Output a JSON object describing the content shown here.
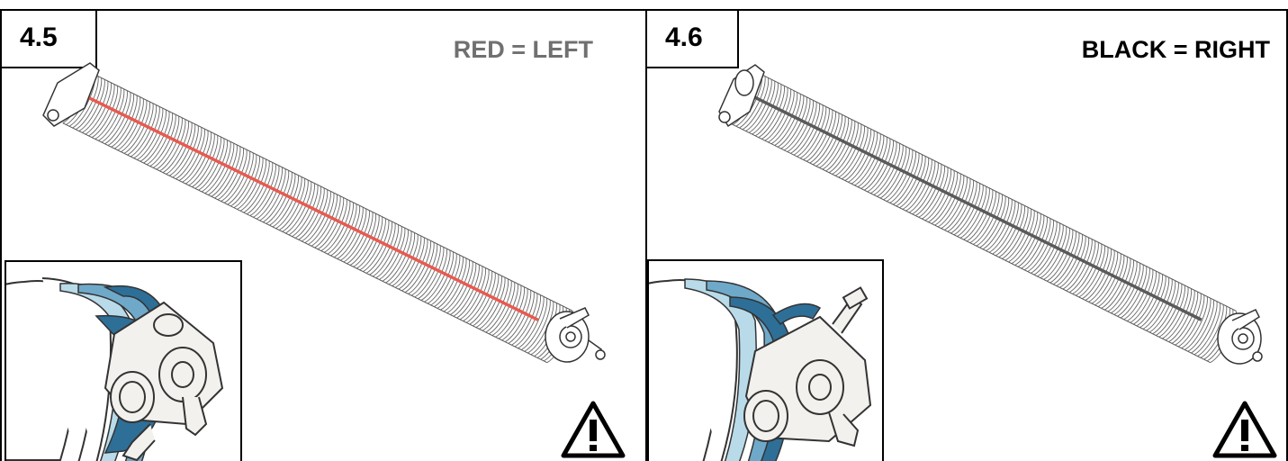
{
  "colors": {
    "left_stripe": "#e85a4f",
    "right_stripe": "#5a5a5a",
    "spring_blue_dark": "#2e6f98",
    "spring_blue_mid": "#6fa9c9",
    "spring_blue_light": "#b9dbe9"
  },
  "panels": [
    {
      "step": "4.5",
      "label": "RED = LEFT",
      "stripe": "red",
      "icon": "warning-icon"
    },
    {
      "step": "4.6",
      "label": "BLACK = RIGHT",
      "stripe": "black",
      "icon": "warning-icon"
    }
  ]
}
